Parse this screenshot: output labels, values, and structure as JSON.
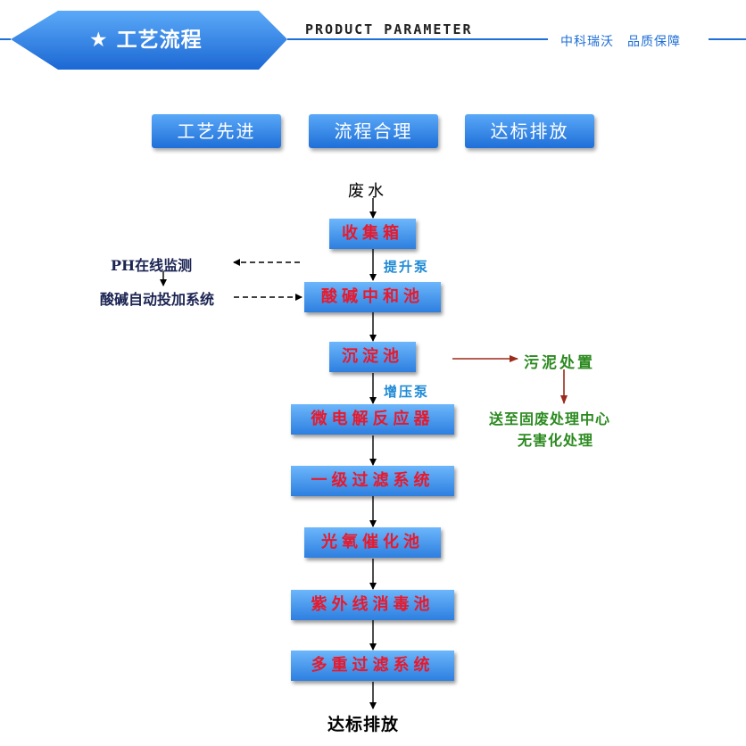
{
  "header": {
    "title": "工艺流程",
    "star_icon": "star-icon",
    "subtitle_en": "PRODUCT PARAMETER",
    "brand": "中科瑞沃　品质保障",
    "colors": {
      "banner": "#2b7fe4",
      "line": "#1f6fd6"
    }
  },
  "tags": [
    "工艺先进",
    "流程合理",
    "达标排放"
  ],
  "flow": {
    "input": "废水",
    "steps": [
      "收集箱",
      "酸碱中和池",
      "沉淀池",
      "微电解反应器",
      "一级过滤系统",
      "光氧催化池",
      "紫外线消毒池",
      "多重过滤系统"
    ],
    "output": "达标排放",
    "pumps": [
      "提升泵",
      "增压泵"
    ],
    "ph_monitor": "PH在线监测",
    "dosing": "酸碱自动投加系统",
    "sludge": "污泥处置",
    "sludge_dest_1": "送至固废处理中心",
    "sludge_dest_2": "无害化处理",
    "colors": {
      "step_text": "#e8192c",
      "box": "#3d8ee8",
      "pump_text": "#1f8ad6",
      "side_text": "#1b2452",
      "sludge_text": "#2b8a1f",
      "sludge_arrow": "#9b2b1a"
    }
  }
}
